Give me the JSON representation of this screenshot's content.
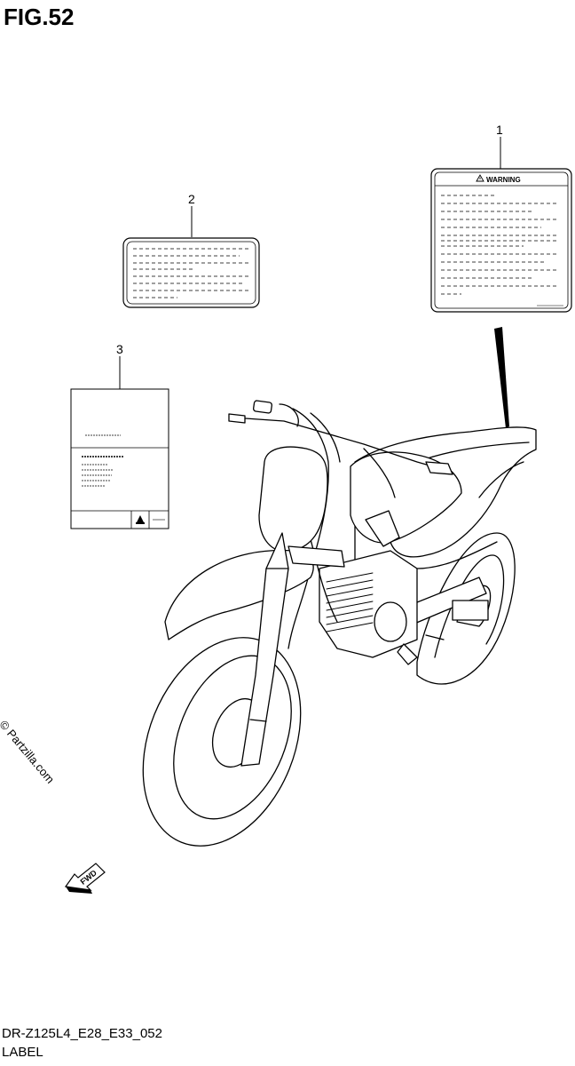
{
  "figure": {
    "title": "FIG.52"
  },
  "callouts": {
    "label_1": "1",
    "label_2": "2",
    "label_3": "3"
  },
  "warning_label": {
    "heading": "WARNING"
  },
  "watermark": {
    "text": "© Partzilla.com"
  },
  "fwd_arrow": {
    "text": "FWD"
  },
  "footer": {
    "code": "DR-Z125L4_E28_E33_052",
    "caption": "LABEL"
  }
}
